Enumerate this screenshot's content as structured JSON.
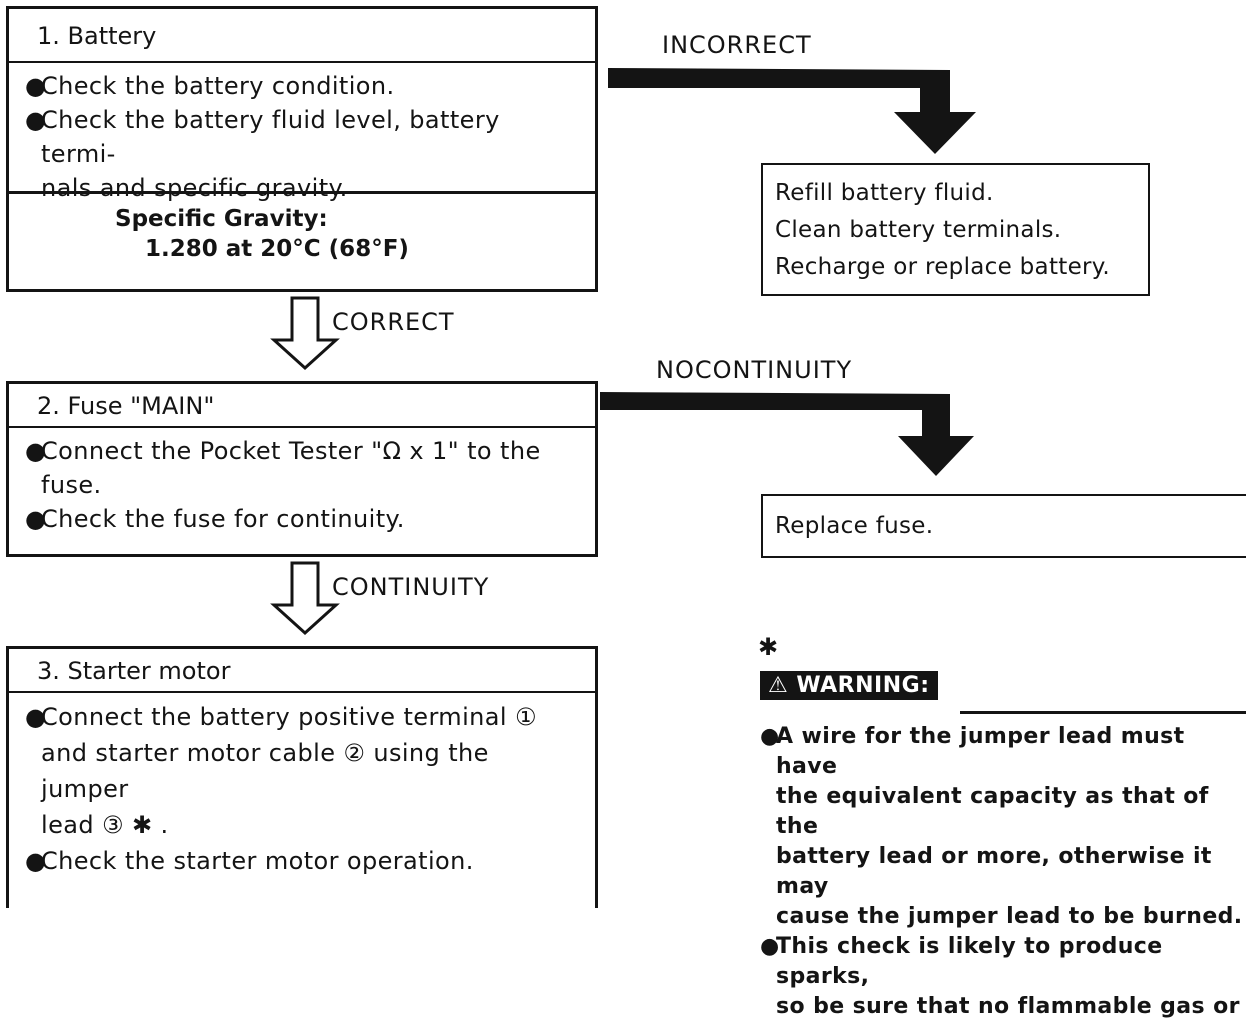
{
  "step1": {
    "title": "1. Battery",
    "bullets": [
      "Check the battery condition.",
      "Check the battery fluid level, battery termi-",
      "nals and specific gravity."
    ],
    "spec_label": "Specific Gravity:",
    "spec_value": "1.280 at 20°C (68°F)"
  },
  "step2": {
    "title": "2. Fuse \"MAIN\"",
    "bullets": [
      "Connect the Pocket Tester \"Ω x 1\" to the",
      "fuse.",
      "Check the fuse for continuity."
    ]
  },
  "step3": {
    "title": "3. Starter motor",
    "bullets": [
      "Connect the battery positive terminal ①",
      "and starter motor cable ② using the jumper",
      "lead ③ ✱ .",
      "Check the starter motor operation."
    ]
  },
  "arrows": {
    "correct": "CORRECT",
    "continuity": "CONTINUITY",
    "incorrect": "INCORRECT",
    "nocontinuity": "NOCONTINUITY"
  },
  "results": {
    "battery": [
      "Refill battery fluid.",
      "Clean battery terminals.",
      "Recharge or replace battery."
    ],
    "fuse": "Replace fuse."
  },
  "warning": {
    "asterisk": "✱",
    "badge": "⚠ WARNING:",
    "bullets": [
      "A wire for the jumper lead must have",
      "the equivalent capacity as that of the",
      "battery lead or more, otherwise it may",
      "cause the jumper lead to be burned.",
      "This check is likely to produce sparks,",
      "so be sure that no flammable gas or"
    ]
  },
  "bullet_glyph": "●"
}
